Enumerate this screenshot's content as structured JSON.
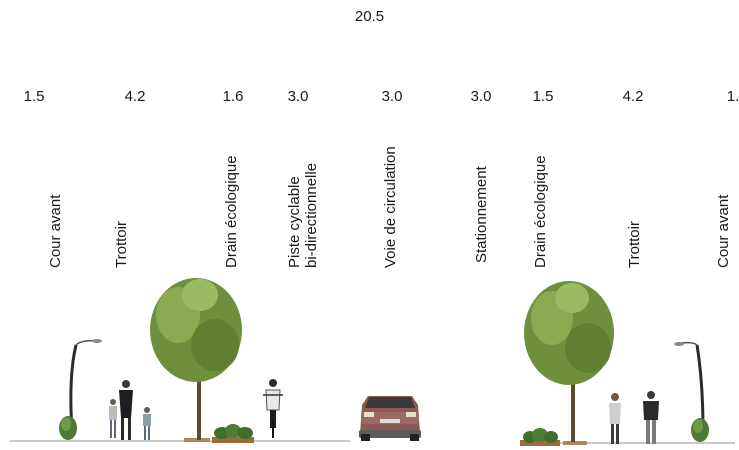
{
  "total_width": "20.5",
  "segments": [
    {
      "width": "1.5",
      "label": "Cour avant"
    },
    {
      "width": "4.2",
      "label": "Trottoir"
    },
    {
      "width": "1.6",
      "label": "Drain  écologique"
    },
    {
      "width": "3.0",
      "label_line1": "Piste cyclable",
      "label_line2": "bi-directionnelle"
    },
    {
      "width": "3.0",
      "label": "Voie de circulation"
    },
    {
      "width": "3.0",
      "label": "Stationnement"
    },
    {
      "width": "1.5",
      "label": "Drain  écologique"
    },
    {
      "width": "4.2",
      "label": "Trottoir"
    },
    {
      "width": "1.",
      "label": "Cour avant"
    }
  ]
}
